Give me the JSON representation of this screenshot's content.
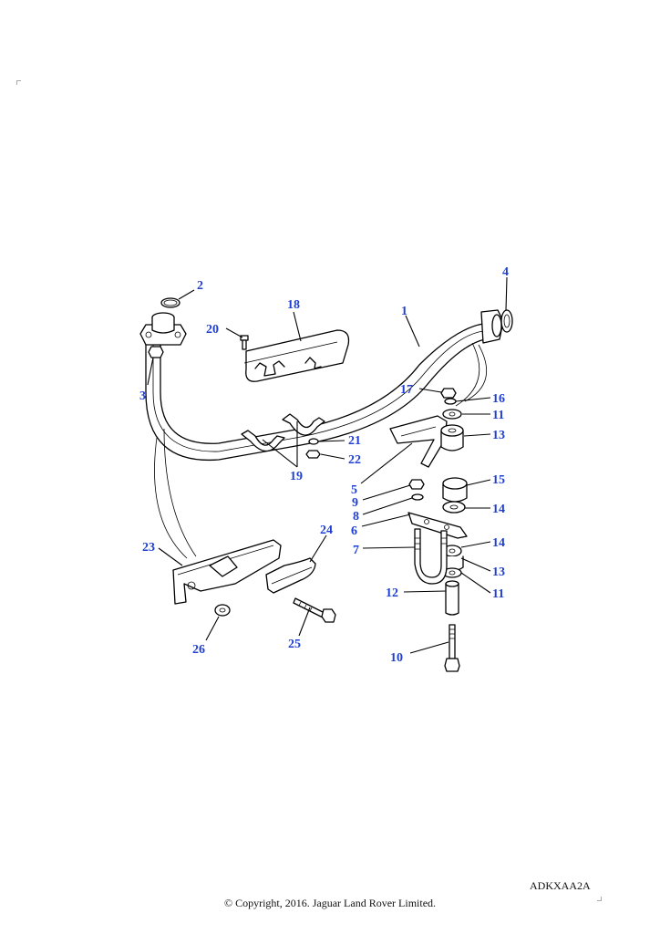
{
  "diagram": {
    "ref_code": "ADKXAA2A",
    "copyright": "© Copyright, 2016. Jaguar Land Rover Limited.",
    "callouts": [
      {
        "id": "c1",
        "label": "1"
      },
      {
        "id": "c2",
        "label": "2"
      },
      {
        "id": "c3",
        "label": "3"
      },
      {
        "id": "c4",
        "label": "4"
      },
      {
        "id": "c5",
        "label": "5"
      },
      {
        "id": "c6",
        "label": "6"
      },
      {
        "id": "c7",
        "label": "7"
      },
      {
        "id": "c8",
        "label": "8"
      },
      {
        "id": "c9",
        "label": "9"
      },
      {
        "id": "c10",
        "label": "10"
      },
      {
        "id": "c11a",
        "label": "11"
      },
      {
        "id": "c11b",
        "label": "11"
      },
      {
        "id": "c12",
        "label": "12"
      },
      {
        "id": "c13a",
        "label": "13"
      },
      {
        "id": "c13b",
        "label": "13"
      },
      {
        "id": "c14a",
        "label": "14"
      },
      {
        "id": "c14b",
        "label": "14"
      },
      {
        "id": "c15",
        "label": "15"
      },
      {
        "id": "c16",
        "label": "16"
      },
      {
        "id": "c17",
        "label": "17"
      },
      {
        "id": "c18",
        "label": "18"
      },
      {
        "id": "c19",
        "label": "19"
      },
      {
        "id": "c20",
        "label": "20"
      },
      {
        "id": "c21",
        "label": "21"
      },
      {
        "id": "c22",
        "label": "22"
      },
      {
        "id": "c23",
        "label": "23"
      },
      {
        "id": "c24",
        "label": "24"
      },
      {
        "id": "c25",
        "label": "25"
      },
      {
        "id": "c26",
        "label": "26"
      }
    ]
  }
}
